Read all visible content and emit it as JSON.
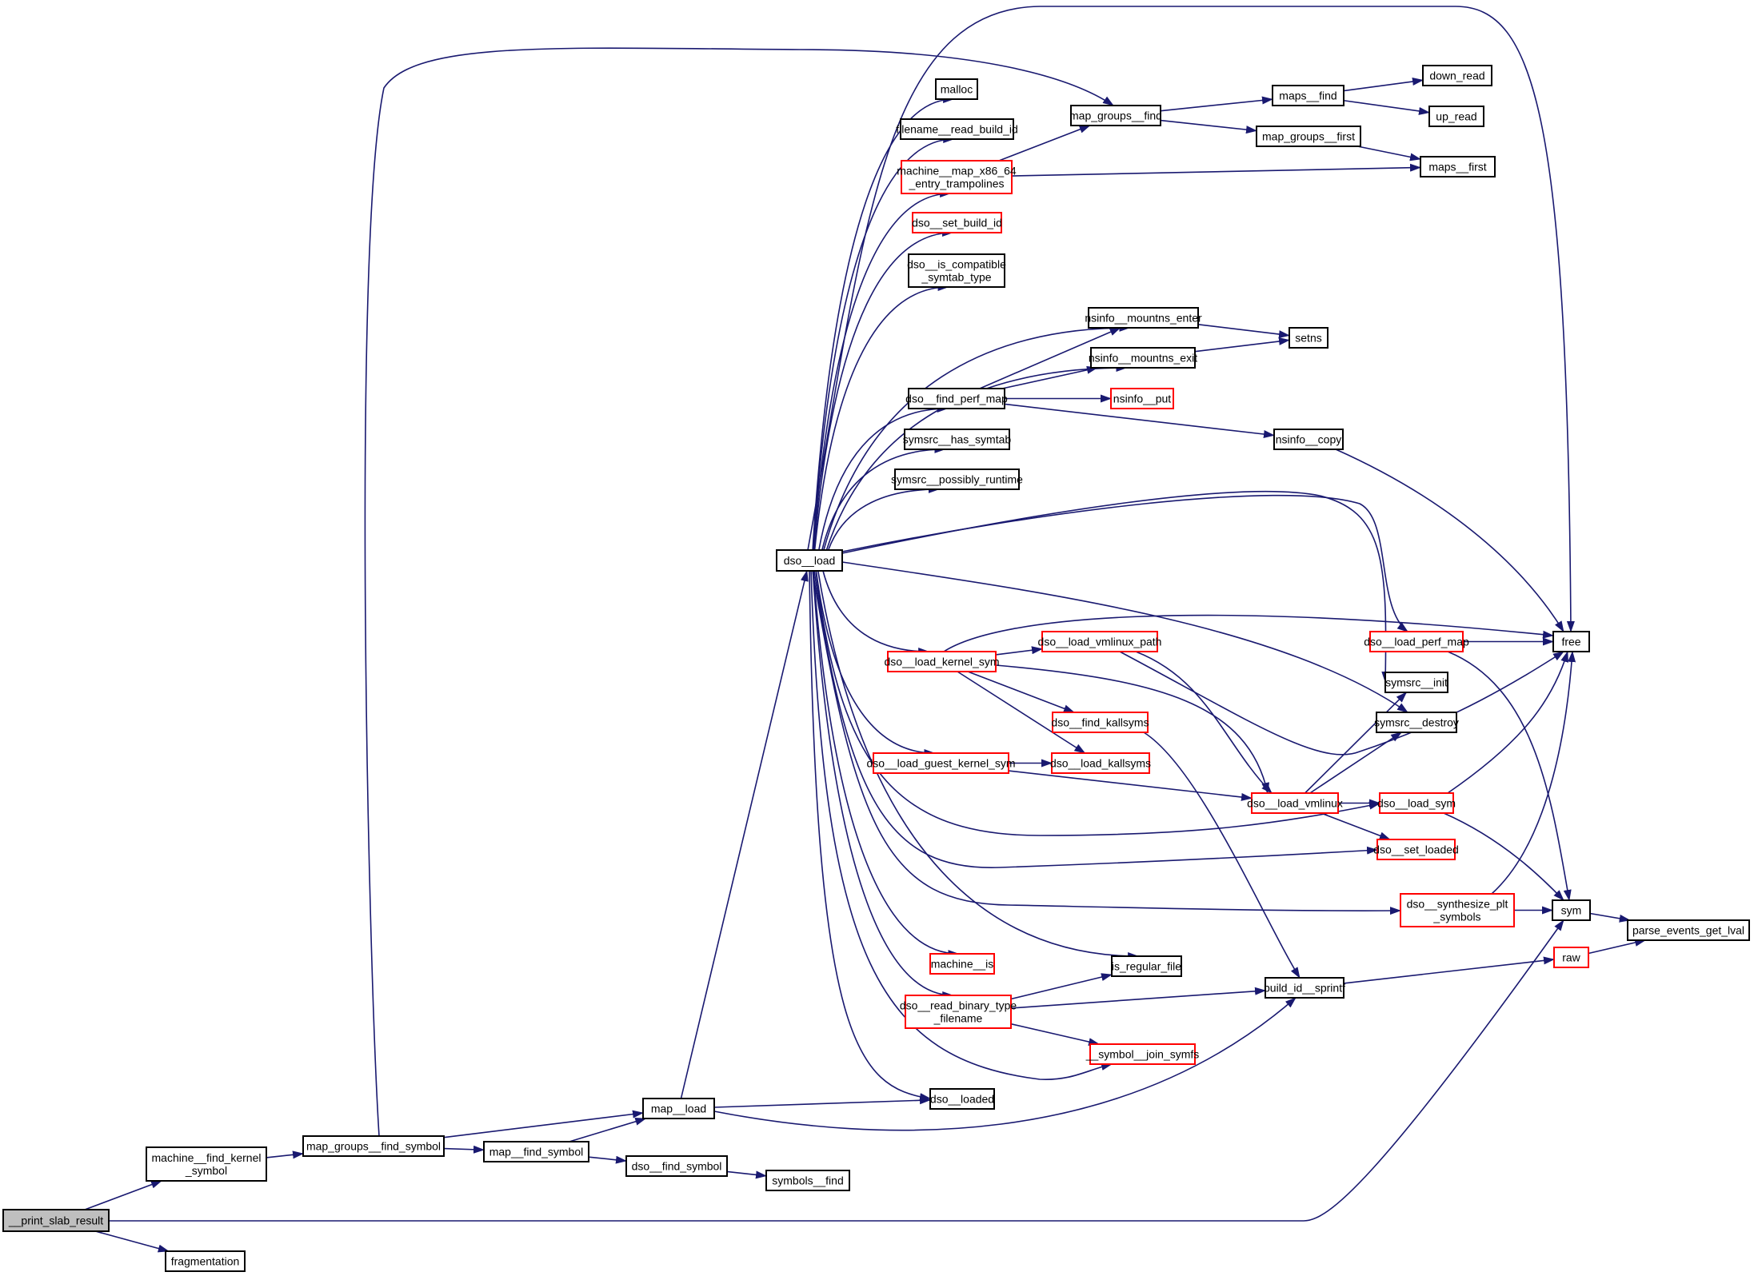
{
  "graph": {
    "title": "Call graph of __print_slab_result",
    "colors": {
      "edge": "#191970",
      "node_border": "#000000",
      "node_border_truncated": "#ff0000",
      "root_fill": "#bfbfbf",
      "node_fill": "#ffffff"
    },
    "nodes": [
      {
        "id": "print_slab_result",
        "lines": [
          "__print_slab_result"
        ],
        "root": true,
        "truncated": false
      },
      {
        "id": "fragmentation",
        "lines": [
          "fragmentation"
        ],
        "truncated": false
      },
      {
        "id": "machine_find_kernel_symbol",
        "lines": [
          "machine__find_kernel",
          "_symbol"
        ],
        "truncated": false
      },
      {
        "id": "map_groups_find_symbol",
        "lines": [
          "map_groups__find_symbol"
        ],
        "truncated": false
      },
      {
        "id": "map_find_symbol",
        "lines": [
          "map__find_symbol"
        ],
        "truncated": false
      },
      {
        "id": "map_load",
        "lines": [
          "map__load"
        ],
        "truncated": false
      },
      {
        "id": "dso_find_symbol",
        "lines": [
          "dso__find_symbol"
        ],
        "truncated": false
      },
      {
        "id": "symbols_find",
        "lines": [
          "symbols__find"
        ],
        "truncated": false
      },
      {
        "id": "dso_load",
        "lines": [
          "dso__load"
        ],
        "truncated": false
      },
      {
        "id": "malloc",
        "lines": [
          "malloc"
        ],
        "truncated": false
      },
      {
        "id": "filename_read_build_id",
        "lines": [
          "filename__read_build_id"
        ],
        "truncated": false
      },
      {
        "id": "machine_map_x86_64",
        "lines": [
          "machine__map_x86_64",
          "_entry_trampolines"
        ],
        "truncated": true
      },
      {
        "id": "dso_set_build_id",
        "lines": [
          "dso__set_build_id"
        ],
        "truncated": true
      },
      {
        "id": "dso_is_compatible",
        "lines": [
          "dso__is_compatible",
          "_symtab_type"
        ],
        "truncated": false
      },
      {
        "id": "map_groups_find",
        "lines": [
          "map_groups__find"
        ],
        "truncated": false
      },
      {
        "id": "maps_find",
        "lines": [
          "maps__find"
        ],
        "truncated": false
      },
      {
        "id": "down_read",
        "lines": [
          "down_read"
        ],
        "truncated": false
      },
      {
        "id": "up_read",
        "lines": [
          "up_read"
        ],
        "truncated": false
      },
      {
        "id": "map_groups_first",
        "lines": [
          "map_groups__first"
        ],
        "truncated": false
      },
      {
        "id": "maps_first",
        "lines": [
          "maps__first"
        ],
        "truncated": false
      },
      {
        "id": "nsinfo_mountns_enter",
        "lines": [
          "nsinfo__mountns_enter"
        ],
        "truncated": false
      },
      {
        "id": "nsinfo_mountns_exit",
        "lines": [
          "nsinfo__mountns_exit"
        ],
        "truncated": false
      },
      {
        "id": "setns",
        "lines": [
          "setns"
        ],
        "truncated": false
      },
      {
        "id": "dso_find_perf_map",
        "lines": [
          "dso__find_perf_map"
        ],
        "truncated": false
      },
      {
        "id": "nsinfo_put",
        "lines": [
          "nsinfo__put"
        ],
        "truncated": true
      },
      {
        "id": "nsinfo_copy",
        "lines": [
          "nsinfo__copy"
        ],
        "truncated": false
      },
      {
        "id": "symsrc_has_symtab",
        "lines": [
          "symsrc__has_symtab"
        ],
        "truncated": false
      },
      {
        "id": "symsrc_possibly_runtime",
        "lines": [
          "symsrc__possibly_runtime"
        ],
        "truncated": false
      },
      {
        "id": "dso_load_kernel_sym",
        "lines": [
          "dso__load_kernel_sym"
        ],
        "truncated": true
      },
      {
        "id": "dso_load_vmlinux_path",
        "lines": [
          "dso__load_vmlinux_path"
        ],
        "truncated": true
      },
      {
        "id": "dso_find_kallsyms",
        "lines": [
          "dso__find_kallsyms"
        ],
        "truncated": true
      },
      {
        "id": "dso_load_kallsyms",
        "lines": [
          "dso__load_kallsyms"
        ],
        "truncated": true
      },
      {
        "id": "dso_load_guest_kernel_sym",
        "lines": [
          "dso__load_guest_kernel_sym"
        ],
        "truncated": true
      },
      {
        "id": "dso_load_vmlinux",
        "lines": [
          "dso__load_vmlinux"
        ],
        "truncated": true
      },
      {
        "id": "dso_load_perf_map",
        "lines": [
          "dso__load_perf_map"
        ],
        "truncated": true
      },
      {
        "id": "free",
        "lines": [
          "free"
        ],
        "truncated": false
      },
      {
        "id": "symsrc_init",
        "lines": [
          "symsrc__init"
        ],
        "truncated": false
      },
      {
        "id": "symsrc_destroy",
        "lines": [
          "symsrc__destroy"
        ],
        "truncated": false
      },
      {
        "id": "dso_load_sym",
        "lines": [
          "dso__load_sym"
        ],
        "truncated": true
      },
      {
        "id": "dso_set_loaded",
        "lines": [
          "dso__set_loaded"
        ],
        "truncated": true
      },
      {
        "id": "dso_synthesize_plt",
        "lines": [
          "dso__synthesize_plt",
          "_symbols"
        ],
        "truncated": true
      },
      {
        "id": "sym",
        "lines": [
          "sym"
        ],
        "truncated": false
      },
      {
        "id": "parse_events_get_lval",
        "lines": [
          "parse_events_get_lval"
        ],
        "truncated": false
      },
      {
        "id": "raw",
        "lines": [
          "raw"
        ],
        "truncated": true
      },
      {
        "id": "machine_is",
        "lines": [
          "machine__is"
        ],
        "truncated": true
      },
      {
        "id": "is_regular_file",
        "lines": [
          "is_regular_file"
        ],
        "truncated": false
      },
      {
        "id": "dso_read_binary_type",
        "lines": [
          "dso__read_binary_type",
          "_filename"
        ],
        "truncated": true
      },
      {
        "id": "build_id_sprintf",
        "lines": [
          "build_id__sprintf"
        ],
        "truncated": false
      },
      {
        "id": "symbol_join_symfs",
        "lines": [
          "__symbol__join_symfs"
        ],
        "truncated": true
      },
      {
        "id": "dso_loaded",
        "lines": [
          "dso__loaded"
        ],
        "truncated": false
      }
    ],
    "edges": [
      [
        "print_slab_result",
        "machine_find_kernel_symbol"
      ],
      [
        "print_slab_result",
        "fragmentation"
      ],
      [
        "print_slab_result",
        "sym"
      ],
      [
        "machine_find_kernel_symbol",
        "map_groups_find_symbol"
      ],
      [
        "map_groups_find_symbol",
        "map_groups_find"
      ],
      [
        "map_groups_find_symbol",
        "map_find_symbol"
      ],
      [
        "map_groups_find_symbol",
        "map_load"
      ],
      [
        "map_find_symbol",
        "map_load"
      ],
      [
        "map_find_symbol",
        "dso_find_symbol"
      ],
      [
        "dso_find_symbol",
        "symbols_find"
      ],
      [
        "map_load",
        "dso_load"
      ],
      [
        "map_load",
        "dso_loaded"
      ],
      [
        "map_load",
        "build_id_sprintf"
      ],
      [
        "dso_load",
        "free"
      ],
      [
        "dso_load",
        "malloc"
      ],
      [
        "dso_load",
        "filename_read_build_id"
      ],
      [
        "dso_load",
        "machine_map_x86_64"
      ],
      [
        "dso_load",
        "dso_set_build_id"
      ],
      [
        "dso_load",
        "dso_is_compatible"
      ],
      [
        "dso_load",
        "nsinfo_mountns_enter"
      ],
      [
        "dso_load",
        "nsinfo_mountns_exit"
      ],
      [
        "dso_load",
        "dso_find_perf_map"
      ],
      [
        "dso_load",
        "symsrc_has_symtab"
      ],
      [
        "dso_load",
        "symsrc_possibly_runtime"
      ],
      [
        "dso_load",
        "dso_load_perf_map"
      ],
      [
        "dso_load",
        "symsrc_init"
      ],
      [
        "dso_load",
        "symsrc_destroy"
      ],
      [
        "dso_load",
        "dso_load_kernel_sym"
      ],
      [
        "dso_load",
        "dso_load_guest_kernel_sym"
      ],
      [
        "dso_load",
        "dso_load_sym"
      ],
      [
        "dso_load",
        "dso_set_loaded"
      ],
      [
        "dso_load",
        "dso_synthesize_plt"
      ],
      [
        "dso_load",
        "is_regular_file"
      ],
      [
        "dso_load",
        "machine_is"
      ],
      [
        "dso_load",
        "dso_read_binary_type"
      ],
      [
        "dso_load",
        "symbol_join_symfs"
      ],
      [
        "dso_load",
        "dso_loaded"
      ],
      [
        "machine_map_x86_64",
        "map_groups_find"
      ],
      [
        "machine_map_x86_64",
        "maps_first"
      ],
      [
        "map_groups_find",
        "maps_find"
      ],
      [
        "map_groups_find",
        "map_groups_first"
      ],
      [
        "maps_find",
        "down_read"
      ],
      [
        "maps_find",
        "up_read"
      ],
      [
        "map_groups_first",
        "maps_first"
      ],
      [
        "nsinfo_mountns_enter",
        "setns"
      ],
      [
        "nsinfo_mountns_exit",
        "setns"
      ],
      [
        "dso_find_perf_map",
        "nsinfo_mountns_enter"
      ],
      [
        "dso_find_perf_map",
        "nsinfo_mountns_exit"
      ],
      [
        "dso_find_perf_map",
        "nsinfo_put"
      ],
      [
        "dso_find_perf_map",
        "nsinfo_copy"
      ],
      [
        "nsinfo_copy",
        "free"
      ],
      [
        "dso_load_kernel_sym",
        "free"
      ],
      [
        "dso_load_kernel_sym",
        "dso_load_vmlinux_path"
      ],
      [
        "dso_load_kernel_sym",
        "dso_find_kallsyms"
      ],
      [
        "dso_load_kernel_sym",
        "dso_load_kallsyms"
      ],
      [
        "dso_load_kernel_sym",
        "dso_load_vmlinux"
      ],
      [
        "dso_load_vmlinux_path",
        "dso_load_vmlinux"
      ],
      [
        "dso_load_vmlinux_path",
        "free"
      ],
      [
        "dso_find_kallsyms",
        "build_id_sprintf"
      ],
      [
        "dso_load_guest_kernel_sym",
        "dso_load_kallsyms"
      ],
      [
        "dso_load_guest_kernel_sym",
        "dso_load_vmlinux"
      ],
      [
        "dso_load_vmlinux",
        "symsrc_init"
      ],
      [
        "dso_load_vmlinux",
        "symsrc_destroy"
      ],
      [
        "dso_load_vmlinux",
        "dso_load_sym"
      ],
      [
        "dso_load_vmlinux",
        "dso_set_loaded"
      ],
      [
        "dso_load_perf_map",
        "free"
      ],
      [
        "dso_load_perf_map",
        "sym"
      ],
      [
        "dso_load_sym",
        "free"
      ],
      [
        "dso_load_sym",
        "sym"
      ],
      [
        "dso_synthesize_plt",
        "free"
      ],
      [
        "dso_synthesize_plt",
        "sym"
      ],
      [
        "sym",
        "parse_events_get_lval"
      ],
      [
        "raw",
        "parse_events_get_lval"
      ],
      [
        "build_id_sprintf",
        "raw"
      ],
      [
        "dso_read_binary_type",
        "is_regular_file"
      ],
      [
        "dso_read_binary_type",
        "build_id_sprintf"
      ],
      [
        "dso_read_binary_type",
        "symbol_join_symfs"
      ]
    ]
  }
}
